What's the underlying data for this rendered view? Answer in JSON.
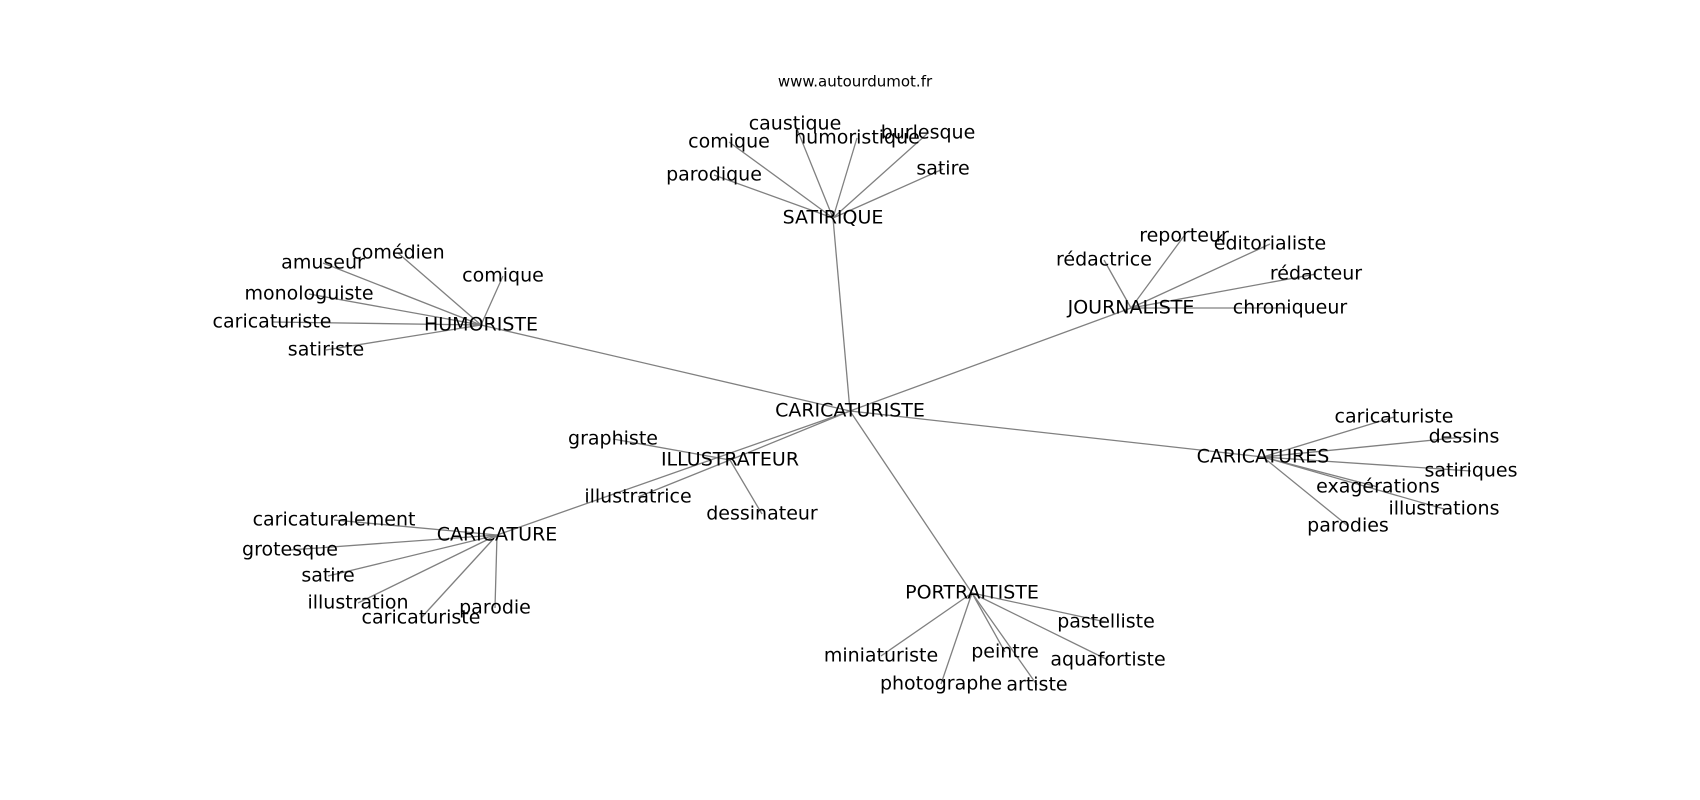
{
  "watermark": "www.autourdumot.fr",
  "nodes": [
    {
      "id": "caricaturiste_c",
      "label": "CARICATURISTE"
    },
    {
      "id": "satirique",
      "label": "SATIRIQUE"
    },
    {
      "id": "humoriste",
      "label": "HUMORISTE"
    },
    {
      "id": "journaliste",
      "label": "JOURNALISTE"
    },
    {
      "id": "illustrateur",
      "label": "ILLUSTRATEUR"
    },
    {
      "id": "caricatures",
      "label": "CARICATURES"
    },
    {
      "id": "caricature",
      "label": "CARICATURE"
    },
    {
      "id": "portraitiste",
      "label": "PORTRAITISTE"
    },
    {
      "id": "s_caustique",
      "label": "caustique"
    },
    {
      "id": "s_comique",
      "label": "comique"
    },
    {
      "id": "s_humoristique",
      "label": "humoristique"
    },
    {
      "id": "s_burlesque",
      "label": "burlesque"
    },
    {
      "id": "s_parodique",
      "label": "parodique"
    },
    {
      "id": "s_satire",
      "label": "satire"
    },
    {
      "id": "h_comedien",
      "label": "comédien"
    },
    {
      "id": "h_amuseur",
      "label": "amuseur"
    },
    {
      "id": "h_comique",
      "label": "comique"
    },
    {
      "id": "h_monologuiste",
      "label": "monologuiste"
    },
    {
      "id": "h_caricaturiste",
      "label": "caricaturiste"
    },
    {
      "id": "h_satiriste",
      "label": "satiriste"
    },
    {
      "id": "j_reporteur",
      "label": "reporteur"
    },
    {
      "id": "j_editorialiste",
      "label": "éditorialiste"
    },
    {
      "id": "j_redactrice",
      "label": "rédactrice"
    },
    {
      "id": "j_redacteur",
      "label": "rédacteur"
    },
    {
      "id": "j_chroniqueur",
      "label": "chroniqueur"
    },
    {
      "id": "i_graphiste",
      "label": "graphiste"
    },
    {
      "id": "i_illustratrice",
      "label": "illustratrice"
    },
    {
      "id": "i_dessinateur",
      "label": "dessinateur"
    },
    {
      "id": "cs_caricaturiste",
      "label": "caricaturiste"
    },
    {
      "id": "cs_dessins",
      "label": "dessins"
    },
    {
      "id": "cs_satiriques",
      "label": "satiriques"
    },
    {
      "id": "cs_exagerations",
      "label": "exagérations"
    },
    {
      "id": "cs_illustrations",
      "label": "illustrations"
    },
    {
      "id": "cs_parodies",
      "label": "parodies"
    },
    {
      "id": "c_caricaturalement",
      "label": "caricaturalement"
    },
    {
      "id": "c_grotesque",
      "label": "grotesque"
    },
    {
      "id": "c_satire",
      "label": "satire"
    },
    {
      "id": "c_illustration",
      "label": "illustration"
    },
    {
      "id": "c_caricaturiste",
      "label": "caricaturiste"
    },
    {
      "id": "c_parodie",
      "label": "parodie"
    },
    {
      "id": "p_pastelliste",
      "label": "pastelliste"
    },
    {
      "id": "p_peintre",
      "label": "peintre"
    },
    {
      "id": "p_aquafortiste",
      "label": "aquafortiste"
    },
    {
      "id": "p_miniaturiste",
      "label": "miniaturiste"
    },
    {
      "id": "p_photographe",
      "label": "photographe"
    },
    {
      "id": "p_artiste",
      "label": "artiste"
    }
  ],
  "edges": [
    [
      "caricaturiste_c",
      "satirique"
    ],
    [
      "caricaturiste_c",
      "humoriste"
    ],
    [
      "caricaturiste_c",
      "journaliste"
    ],
    [
      "caricaturiste_c",
      "illustrateur"
    ],
    [
      "caricaturiste_c",
      "caricatures"
    ],
    [
      "caricaturiste_c",
      "caricature"
    ],
    [
      "caricaturiste_c",
      "portraitiste"
    ],
    [
      "satirique",
      "s_caustique"
    ],
    [
      "satirique",
      "s_comique"
    ],
    [
      "satirique",
      "s_humoristique"
    ],
    [
      "satirique",
      "s_burlesque"
    ],
    [
      "satirique",
      "s_parodique"
    ],
    [
      "satirique",
      "s_satire"
    ],
    [
      "humoriste",
      "h_comedien"
    ],
    [
      "humoriste",
      "h_amuseur"
    ],
    [
      "humoriste",
      "h_comique"
    ],
    [
      "humoriste",
      "h_monologuiste"
    ],
    [
      "humoriste",
      "h_caricaturiste"
    ],
    [
      "humoriste",
      "h_satiriste"
    ],
    [
      "journaliste",
      "j_reporteur"
    ],
    [
      "journaliste",
      "j_editorialiste"
    ],
    [
      "journaliste",
      "j_redactrice"
    ],
    [
      "journaliste",
      "j_redacteur"
    ],
    [
      "journaliste",
      "j_chroniqueur"
    ],
    [
      "illustrateur",
      "i_graphiste"
    ],
    [
      "illustrateur",
      "i_illustratrice"
    ],
    [
      "illustrateur",
      "i_dessinateur"
    ],
    [
      "caricatures",
      "cs_caricaturiste"
    ],
    [
      "caricatures",
      "cs_dessins"
    ],
    [
      "caricatures",
      "cs_satiriques"
    ],
    [
      "caricatures",
      "cs_exagerations"
    ],
    [
      "caricatures",
      "cs_illustrations"
    ],
    [
      "caricatures",
      "cs_parodies"
    ],
    [
      "caricature",
      "c_caricaturalement"
    ],
    [
      "caricature",
      "c_grotesque"
    ],
    [
      "caricature",
      "c_satire"
    ],
    [
      "caricature",
      "c_illustration"
    ],
    [
      "caricature",
      "c_caricaturiste"
    ],
    [
      "caricature",
      "c_parodie"
    ],
    [
      "portraitiste",
      "p_pastelliste"
    ],
    [
      "portraitiste",
      "p_peintre"
    ],
    [
      "portraitiste",
      "p_aquafortiste"
    ],
    [
      "portraitiste",
      "p_miniaturiste"
    ],
    [
      "portraitiste",
      "p_photographe"
    ],
    [
      "portraitiste",
      "p_artiste"
    ]
  ]
}
